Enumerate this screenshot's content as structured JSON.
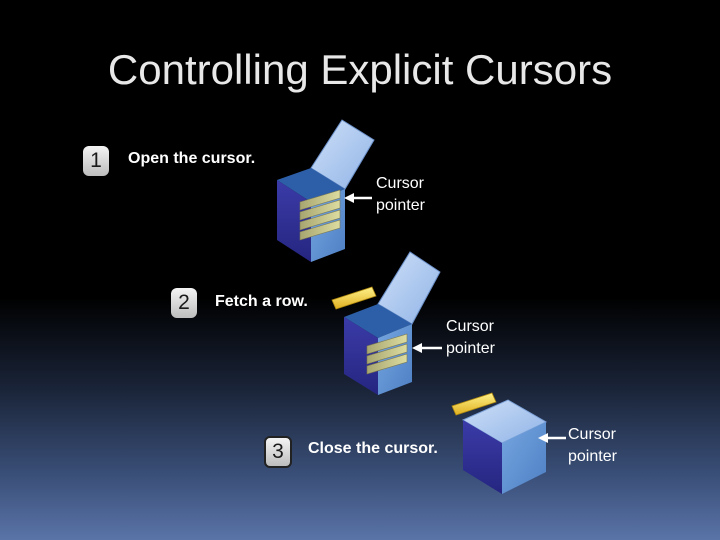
{
  "title": "Controlling Explicit Cursors",
  "steps": [
    {
      "number": "1",
      "text": "Open the cursor.",
      "pointer_label_line1": "Cursor",
      "pointer_label_line2": "pointer"
    },
    {
      "number": "2",
      "text": "Fetch a row.",
      "pointer_label_line1": "Cursor",
      "pointer_label_line2": "pointer"
    },
    {
      "number": "3",
      "text": "Close the cursor.",
      "pointer_label_line1": "Cursor",
      "pointer_label_line2": "pointer"
    }
  ],
  "colors": {
    "box_front": "#3a3aa0",
    "box_side": "#5f8fd0",
    "box_lid": "#a9c7f0",
    "rows": "#c9c98a",
    "fetched_row": "#f2d046"
  }
}
